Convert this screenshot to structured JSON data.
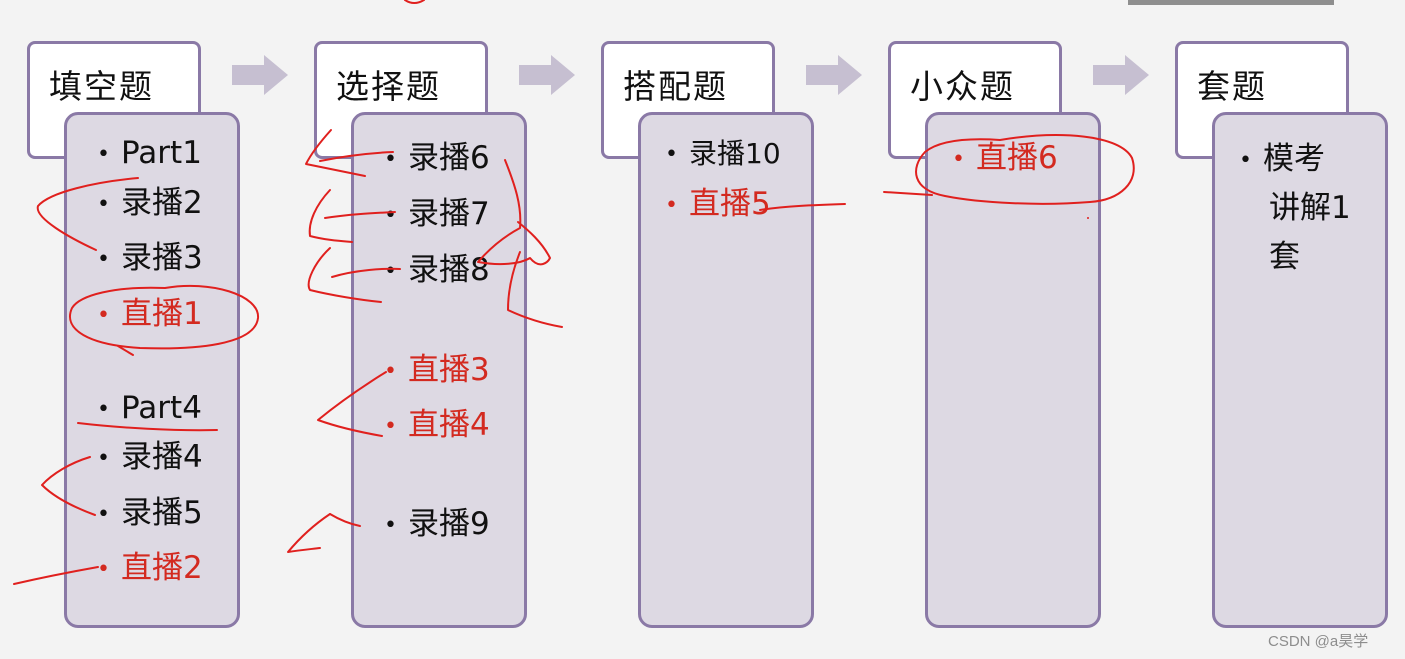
{
  "columns": [
    {
      "title": "填空题",
      "items": [
        {
          "label": "Part1",
          "color": "black"
        },
        {
          "label": "录播2",
          "color": "black"
        },
        {
          "label": "录播3",
          "color": "black"
        },
        {
          "label": "直播1",
          "color": "red"
        },
        {
          "label": "Part4",
          "color": "black"
        },
        {
          "label": "录播4",
          "color": "black"
        },
        {
          "label": "录播5",
          "color": "black"
        },
        {
          "label": "直播2",
          "color": "red"
        }
      ]
    },
    {
      "title": "选择题",
      "items": [
        {
          "label": "录播6",
          "color": "black"
        },
        {
          "label": "录播7",
          "color": "black"
        },
        {
          "label": "录播8",
          "color": "black"
        },
        {
          "label": "直播3",
          "color": "red"
        },
        {
          "label": "直播4",
          "color": "red"
        },
        {
          "label": "录播9",
          "color": "black"
        }
      ]
    },
    {
      "title": "搭配题",
      "items": [
        {
          "label": "录播10",
          "color": "black"
        },
        {
          "label": "直播5",
          "color": "red"
        }
      ]
    },
    {
      "title": "小众题",
      "items": [
        {
          "label": "直播6",
          "color": "red"
        }
      ]
    },
    {
      "title": "套题",
      "items": [
        {
          "label_lines": [
            "模考",
            "讲解1",
            "套"
          ],
          "color": "black"
        }
      ]
    }
  ],
  "bullet": "•",
  "colors": {
    "accent_border": "#8a79a6",
    "list_fill": "#ddd9e3",
    "arrow": "#c6bfd1",
    "red": "#d32a20",
    "ink": "#e0201e"
  },
  "watermark": "CSDN @a昊学"
}
